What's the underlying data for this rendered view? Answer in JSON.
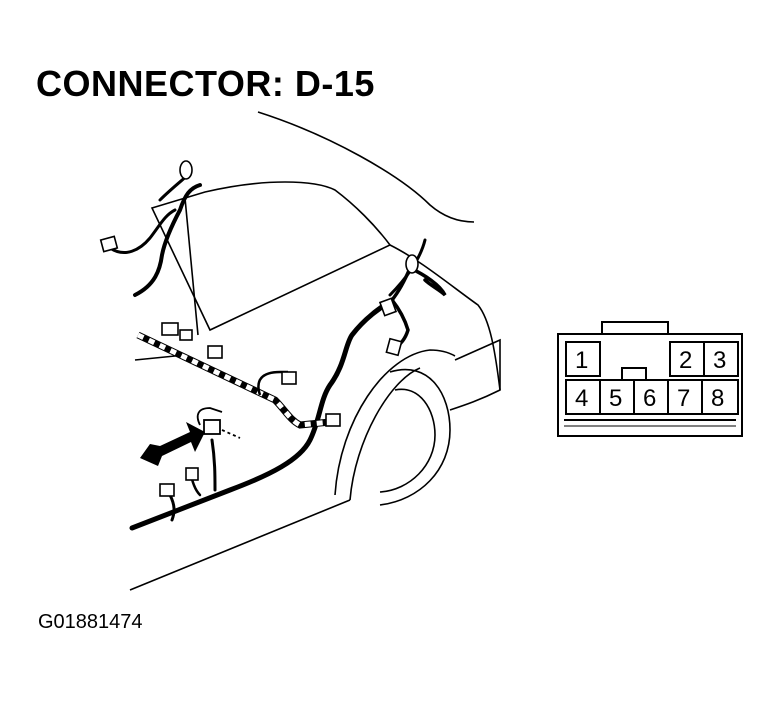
{
  "title": "CONNECTOR: D-15",
  "figure_code": "G01881474",
  "connector": {
    "pins": [
      "1",
      "2",
      "3",
      "4",
      "5",
      "6",
      "7",
      "8"
    ]
  },
  "colors": {
    "line": "#000000",
    "background": "#ffffff"
  }
}
